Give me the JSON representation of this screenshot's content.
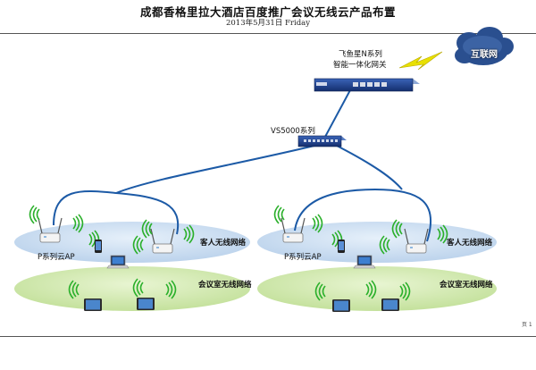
{
  "header": {
    "title": "成都香格里拉大酒店百度推广会议无线云产品布置",
    "date": "2013年5月31日 Friday"
  },
  "internet": {
    "label": "互联网"
  },
  "gateway": {
    "line1": "飞鱼星N系列",
    "line2": "智能一体化网关"
  },
  "switch": {
    "label": "VS5000系列"
  },
  "left_group": {
    "ap_label": "P系列云AP",
    "guest_label": "客人无线网络",
    "meeting_label": "会议室无线网络"
  },
  "right_group": {
    "ap_label": "P系列云AP",
    "guest_label": "客人无线网络",
    "meeting_label": "会议室无线网络"
  },
  "footer": {
    "page": "页 1"
  },
  "colors": {
    "guest_zone": "#cfe0f2",
    "meeting_zone": "#d7ecb8",
    "cable": "#1c5aa6",
    "lightning": "#e8e000",
    "cloud": "#2a4f8f"
  }
}
